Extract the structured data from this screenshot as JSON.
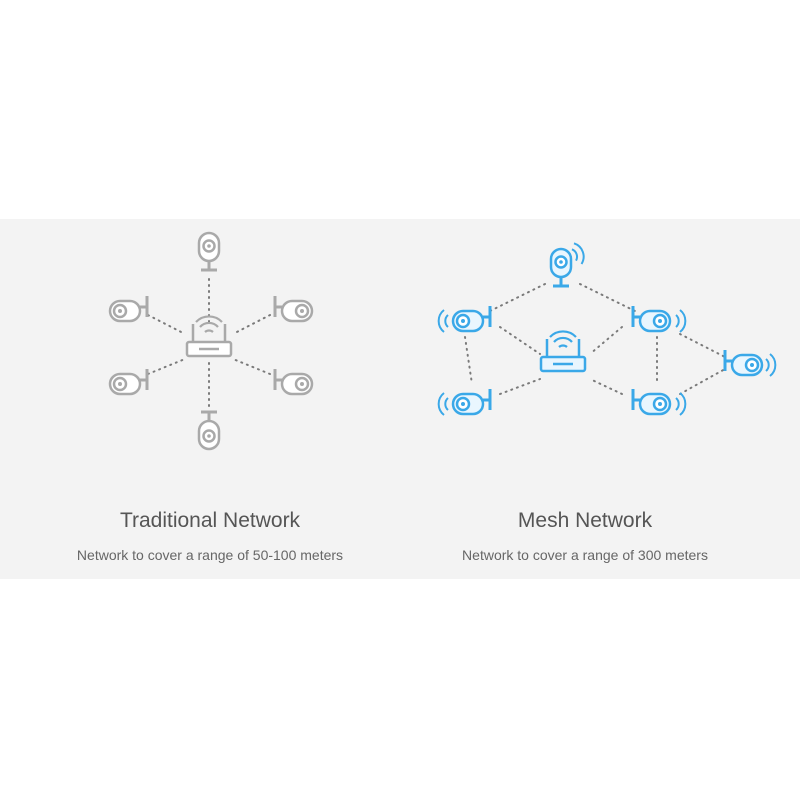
{
  "traditional": {
    "title": "Traditional Network",
    "subtitle": "Network to cover a range of 50-100 meters",
    "color": "#a9a9a9",
    "icons": {
      "hub": "router-icon",
      "node": "camera-icon"
    }
  },
  "mesh": {
    "title": "Mesh Network",
    "subtitle": "Network to cover a range of 300 meters",
    "color": "#3aa8e8",
    "icons": {
      "hub": "router-icon",
      "node": "camera-icon",
      "signal": "wifi-waves-icon"
    }
  }
}
